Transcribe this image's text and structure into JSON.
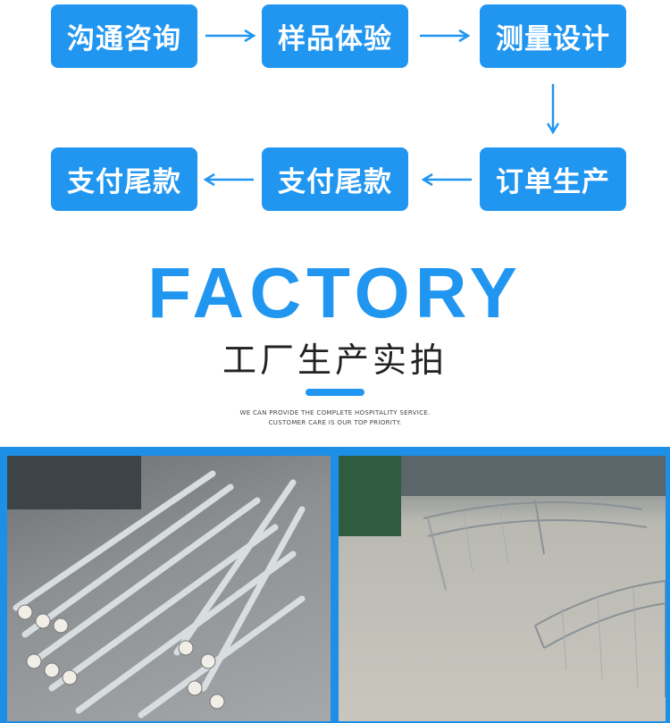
{
  "process": {
    "steps": [
      "沟通咨询",
      "样品体验",
      "测量设计",
      "订单生产",
      "支付尾款",
      "支付尾款"
    ]
  },
  "section": {
    "title": "FACTORY",
    "subtitle": "工厂生产实拍",
    "tagline1": "WE CAN PROVIDE THE COMPLETE HOSPITALITY SERVICE.",
    "tagline2": "CUSTOMER CARE IS OUR TOP PRIORITY."
  },
  "colors": {
    "accent": "#2196f0",
    "frame": "#1e8fe6"
  }
}
